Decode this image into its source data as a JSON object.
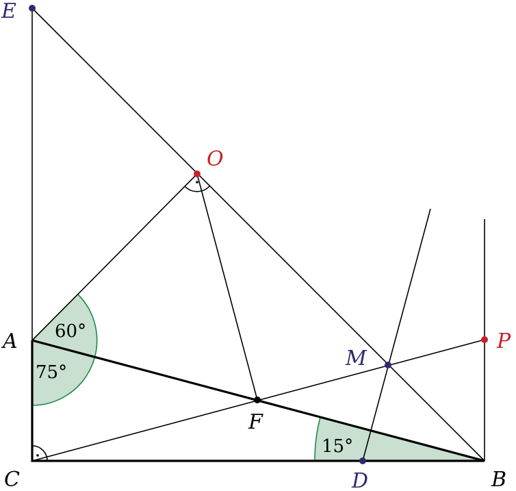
{
  "points": {
    "A": {
      "label": "A",
      "color": "#000000"
    },
    "B": {
      "label": "B",
      "color": "#000000"
    },
    "C": {
      "label": "C",
      "color": "#000000"
    },
    "D": {
      "label": "D",
      "color": "#2e2a70"
    },
    "E": {
      "label": "E",
      "color": "#2e2a70"
    },
    "F": {
      "label": "F",
      "color": "#000000"
    },
    "M": {
      "label": "M",
      "color": "#2e2a70"
    },
    "O": {
      "label": "O",
      "color": "#c8202a"
    },
    "P": {
      "label": "P",
      "color": "#c8202a"
    }
  },
  "angles": {
    "angle_OAB": "60°",
    "angle_BAC": "75°",
    "angle_ABC": "15°"
  },
  "colors": {
    "angle_fill": "#c9dfcf",
    "angle_stroke": "#1a8a4a",
    "blue_point": "#2e2a70",
    "red_point": "#c8202a"
  }
}
